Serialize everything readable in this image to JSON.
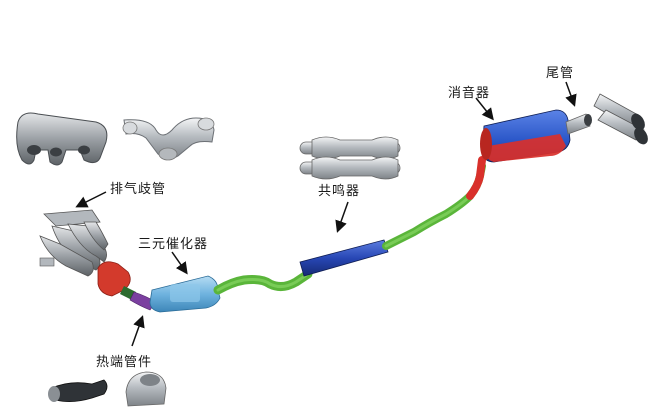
{
  "labels": {
    "exhaust_manifold": "排气歧管",
    "catalytic_converter": "三元催化器",
    "resonator": "共鸣器",
    "muffler": "消音器",
    "tail_pipe": "尾管",
    "hot_end_pipe": "热端管件"
  },
  "colors": {
    "manifold_gray": "#8a8f94",
    "hot_pipe_red": "#d33a2c",
    "flex_purple": "#7b3fa0",
    "cat_blue": "#6fb3df",
    "pipe_green": "#5ab53a",
    "resonator_blue": "#2847b5",
    "muffler_blue": "#2a56c8",
    "muffler_red": "#d9302b",
    "chrome": "#c8ccd0"
  }
}
